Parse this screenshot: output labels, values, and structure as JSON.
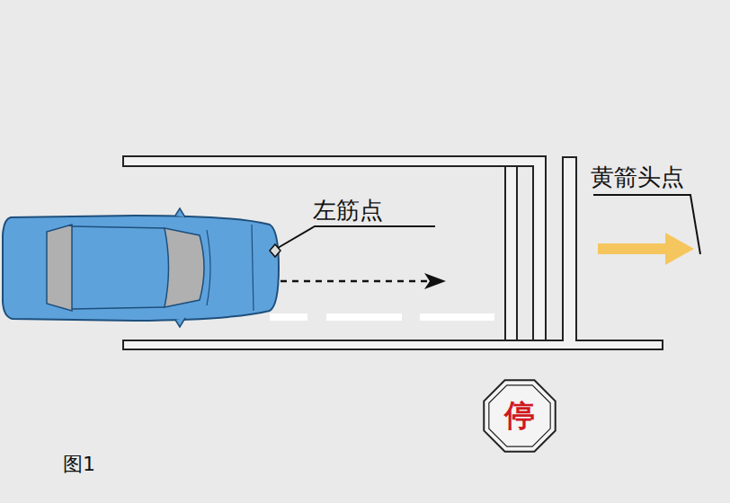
{
  "diagram": {
    "nodes": [
      {
        "text": [
          "停"
        ]
      }
    ],
    "labels": [
      "左筋点",
      "黄箭头点",
      "图1"
    ]
  }
}
